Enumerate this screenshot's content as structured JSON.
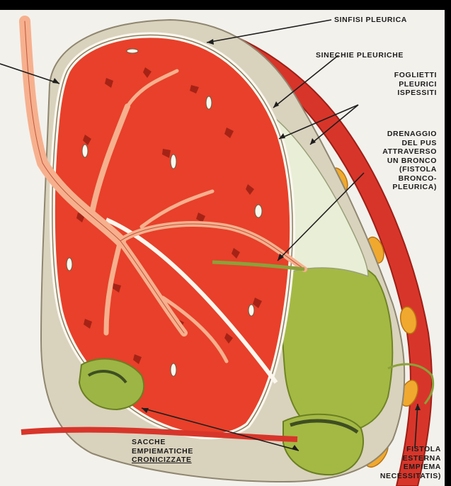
{
  "colors": {
    "frame": "#000000",
    "paper": "#f3f1ec",
    "lung": "#e8402a",
    "lung_dark": "#b8281a",
    "pleura": "#cdc6b2",
    "pus": "#9cb440",
    "pus_light": "#c3d067",
    "rib": "#f0a92e",
    "chest_wall": "#d8352a"
  },
  "labels": {
    "sinfisi": "SINFISI PLEURICA",
    "sinechie": "SINECHIE PLEURICHE",
    "foglietti": [
      "FOGLIETTI",
      "PLEURICI",
      "ISPESSITI"
    ],
    "drenaggio": [
      "DRENAGGIO",
      "DEL PUS",
      "ATTRAVERSO",
      "UN BRONCO",
      "(FISTOLA",
      "BRONCO-",
      "PLEURICA)"
    ],
    "sacche": [
      "SACCHE",
      "EMPIEMATICHE",
      "CRONICIZZATE"
    ],
    "fistola_esterna": [
      "FISTOLA",
      "ESTERNA",
      "EMPIEMA",
      "NECESSITATIS)"
    ]
  }
}
